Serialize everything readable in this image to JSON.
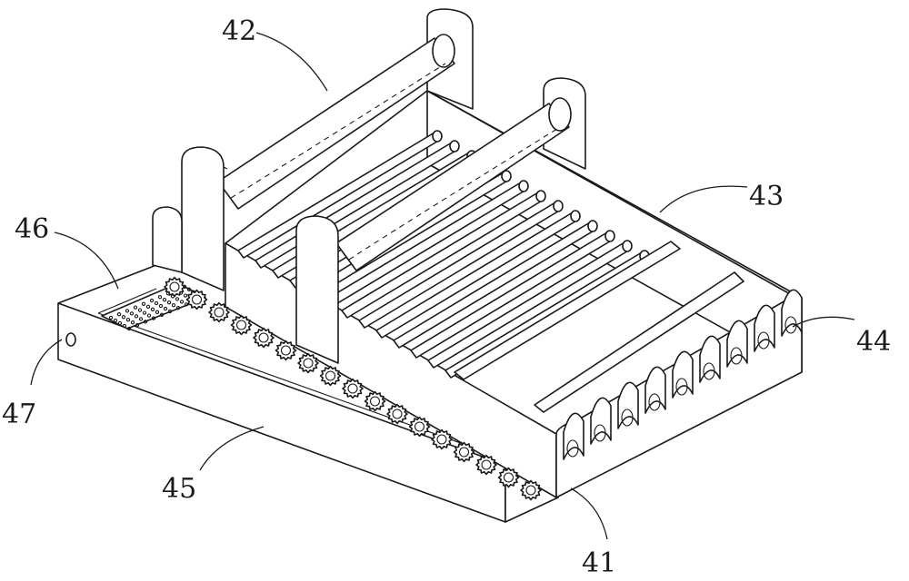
{
  "figure": {
    "labels": [
      {
        "id": "41",
        "text": "41"
      },
      {
        "id": "42",
        "text": "42"
      },
      {
        "id": "43",
        "text": "43"
      },
      {
        "id": "44",
        "text": "44"
      },
      {
        "id": "45",
        "text": "45"
      },
      {
        "id": "46",
        "text": "46"
      },
      {
        "id": "47",
        "text": "47"
      }
    ],
    "line_color": "#1a1a1a",
    "background": "#ffffff"
  }
}
